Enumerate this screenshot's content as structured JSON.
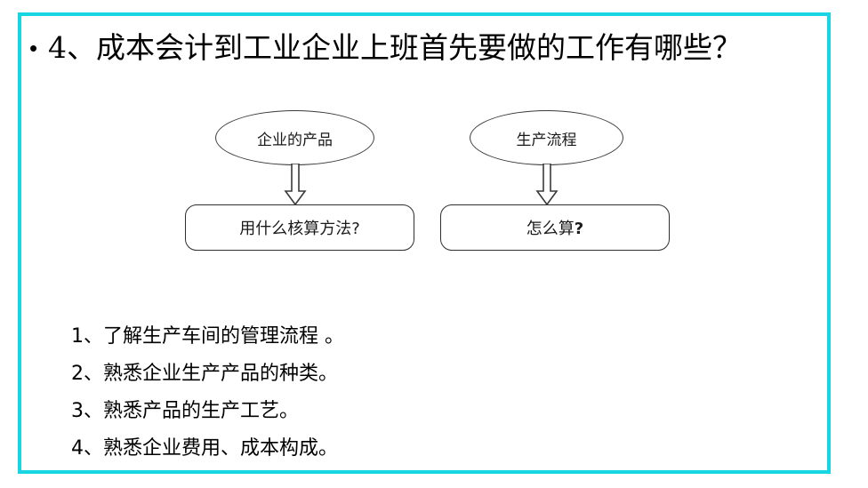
{
  "slide": {
    "frame_color": "#17D6E2",
    "background": "#ffffff",
    "title": {
      "bullet": "•",
      "text": "4、成本会计到工业企业上班首先要做的工作有哪些？"
    },
    "diagram": {
      "groups": [
        {
          "ellipse_label": "企业的产品",
          "arrow": "down-block-arrow",
          "box_label": "用什么核算方法?"
        },
        {
          "ellipse_label": "生产流程",
          "arrow": "down-block-arrow",
          "box_label_prefix": "怎么算",
          "box_label_suffix": "?"
        }
      ],
      "shape_stroke": "#2e2e2e",
      "shape_fill": "#ffffff"
    },
    "answers": [
      "1、了解生产车间的管理流程 。",
      "2、熟悉企业生产产品的种类。",
      "3、熟悉产品的生产工艺。",
      "4、熟悉企业费用、成本构成。"
    ]
  }
}
